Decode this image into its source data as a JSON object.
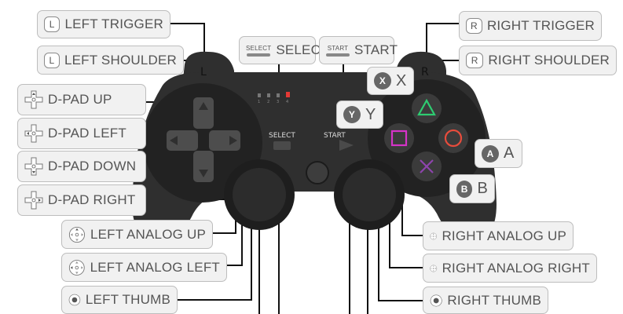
{
  "labels": {
    "left_trigger": {
      "key": "L",
      "text": "LEFT TRIGGER"
    },
    "left_shoulder": {
      "key": "L",
      "text": "LEFT SHOULDER"
    },
    "select": {
      "tag": "SELECT",
      "text": "SELECT"
    },
    "start": {
      "tag": "START",
      "text": "START"
    },
    "right_trigger": {
      "key": "R",
      "text": "RIGHT TRIGGER"
    },
    "right_shoulder": {
      "key": "R",
      "text": "RIGHT SHOULDER"
    },
    "x": {
      "badge": "X",
      "text": "X"
    },
    "y": {
      "badge": "Y",
      "text": "Y"
    },
    "a": {
      "badge": "A",
      "text": "A"
    },
    "b": {
      "badge": "B",
      "text": "B"
    },
    "dpad_up": "D-PAD UP",
    "dpad_left": "D-PAD LEFT",
    "dpad_down": "D-PAD DOWN",
    "dpad_right": "D-PAD RIGHT",
    "left_analog_up": "LEFT ANALOG UP",
    "left_analog_left": "LEFT ANALOG LEFT",
    "left_thumb": "LEFT THUMB",
    "right_analog_up": "RIGHT ANALOG UP",
    "right_analog_right": "RIGHT ANALOG RIGHT",
    "right_thumb": "RIGHT THUMB"
  },
  "controller": {
    "l_mark": "L",
    "r_mark": "R",
    "select_text": "SELECT",
    "start_text": "START",
    "led_marks": [
      "1",
      "2",
      "3",
      "4"
    ]
  },
  "colors": {
    "body": "#2f2f2f",
    "triangle": "#2ecc71",
    "circle": "#e74c3c",
    "cross": "#8e44ad",
    "square": "#d633c8",
    "label_bg": "#f1f1f1",
    "label_border": "#bdbdbd",
    "line": "#111111"
  }
}
